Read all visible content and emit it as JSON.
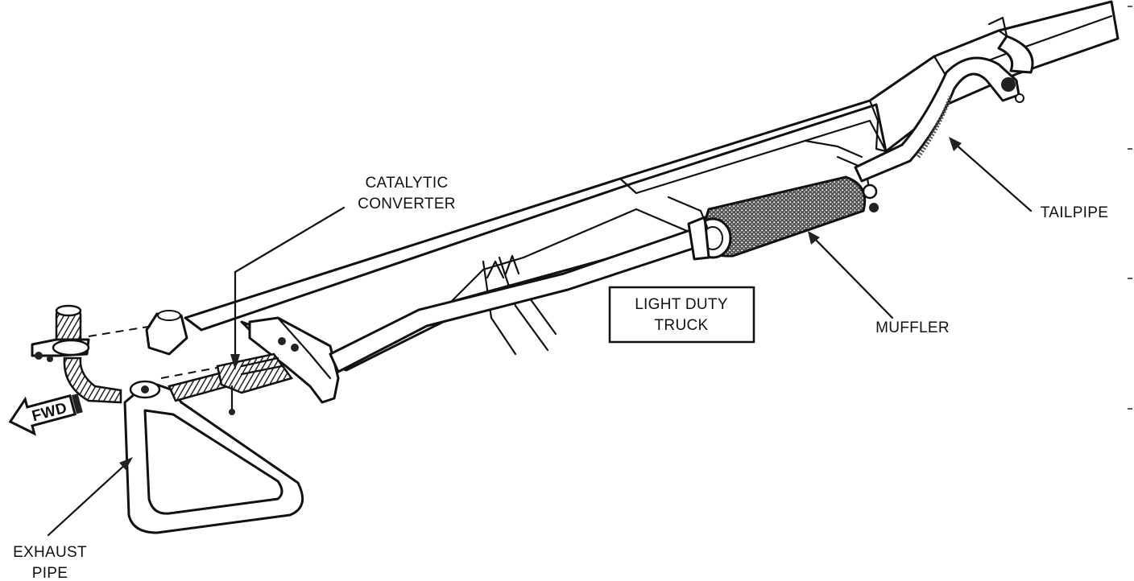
{
  "labels": {
    "catalytic_line1": "CATALYTIC",
    "catalytic_line2": "CONVERTER",
    "tailpipe": "TAILPIPE",
    "muffler": "MUFFLER",
    "exhaust_line1": "EXHAUST",
    "exhaust_line2": "PIPE",
    "fwd": "FWD",
    "box_line1": "LIGHT DUTY",
    "box_line2": "TRUCK"
  },
  "icons": {
    "fwd_arrow": "fwd-arrow-icon"
  },
  "colors": {
    "ink": "#111111",
    "paper": "#ffffff"
  }
}
